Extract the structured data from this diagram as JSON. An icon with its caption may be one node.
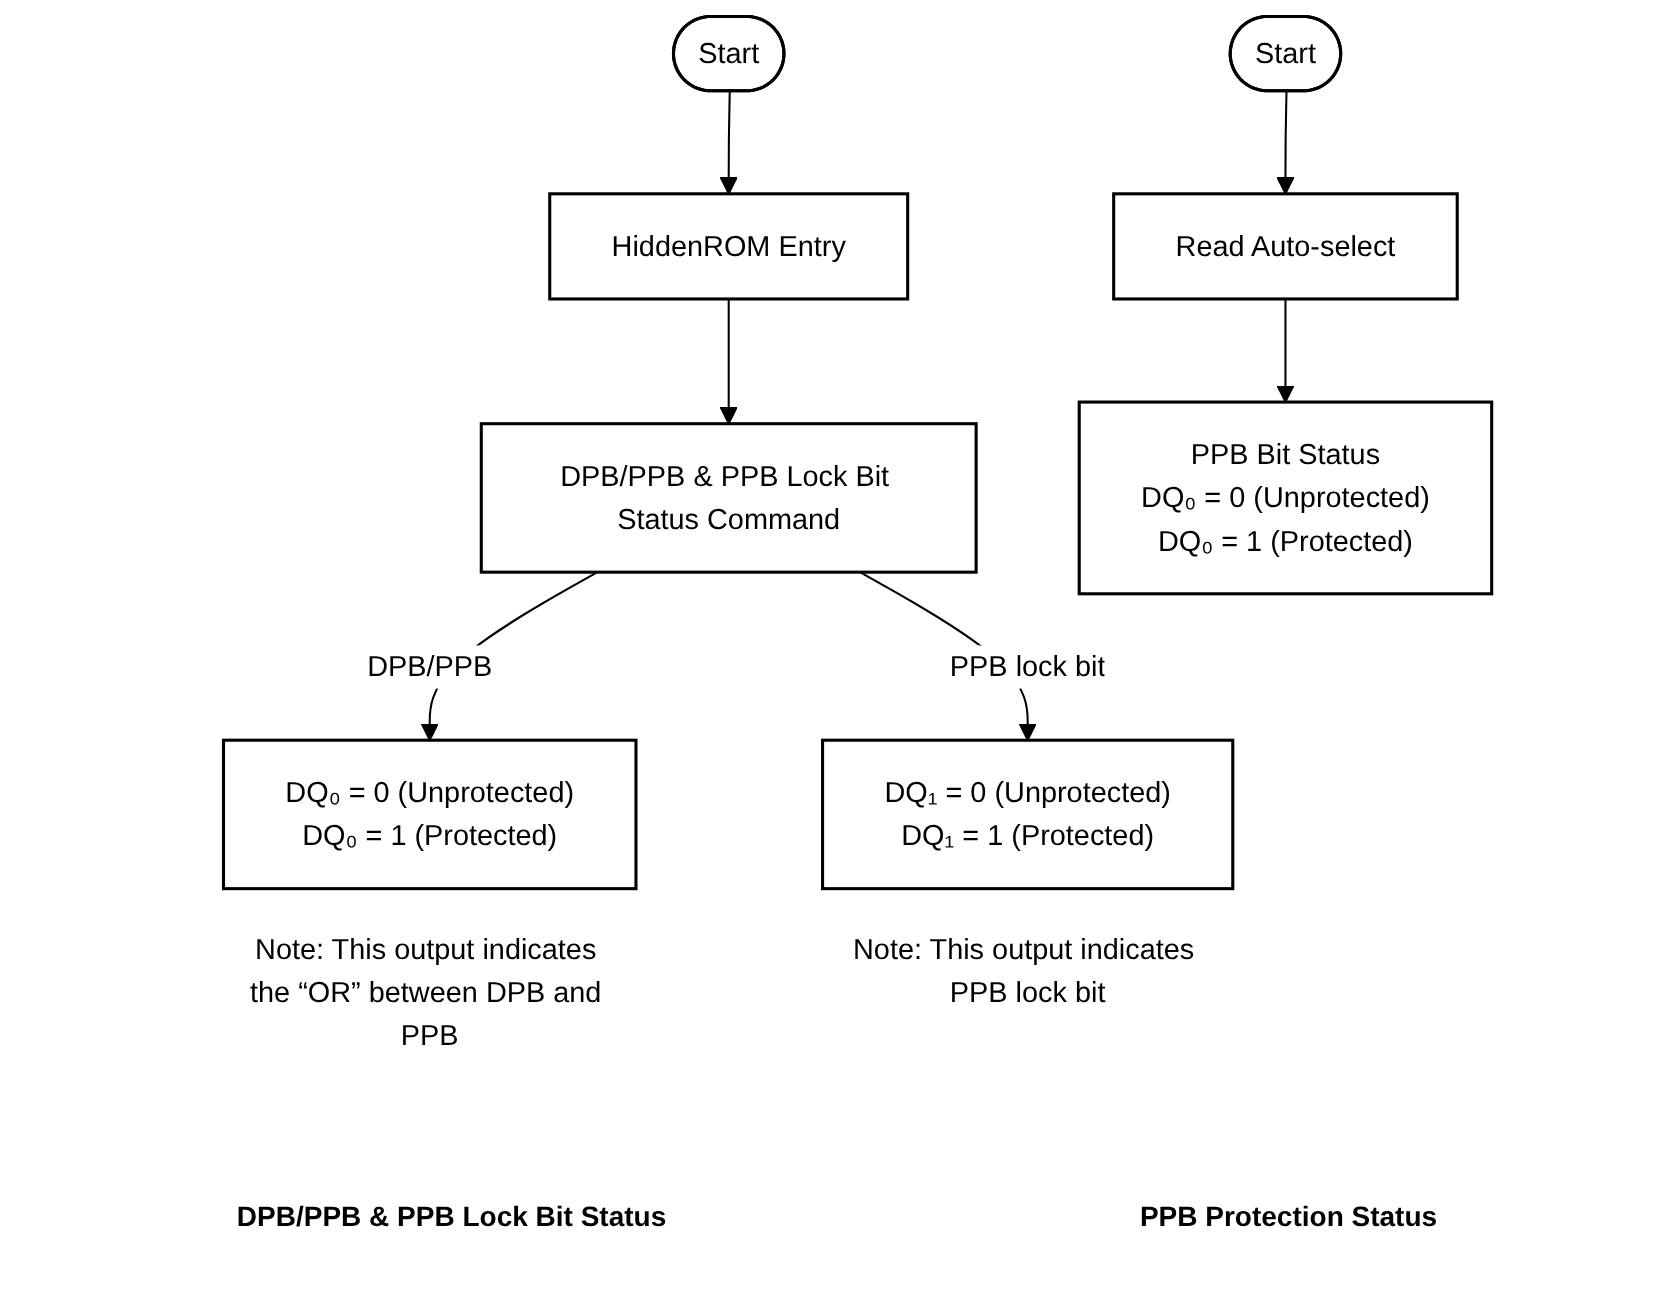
{
  "diagram": {
    "nodes": [
      {
        "text": [
          "Start"
        ]
      },
      {
        "text": [
          "HiddenROM Entry"
        ]
      },
      {
        "text": [
          "DPB/PPB & PPB Lock Bit Status Command"
        ]
      },
      {
        "text": [
          "DQ₀ = 0 (Unprotected)",
          "DQ₀ = 1 (Protected)"
        ],
        "beside": [
          "Note: This output indicates the “OR” between DPB and PPB"
        ]
      },
      {
        "text": [
          "DQ₁ = 0 (Unprotected)",
          "DQ₁ = 1 (Protected)"
        ],
        "beside": [
          "Note: This output indicates PPB lock bit"
        ]
      },
      {
        "text": [
          "Start"
        ]
      },
      {
        "text": [
          "Read Auto-select"
        ]
      },
      {
        "text": [
          "PPB Bit Status",
          "DQ₀ = 0 (Unprotected)",
          "DQ₀ = 1 (Protected)"
        ]
      }
    ],
    "edges": [
      {
        "from": 0,
        "to": 1,
        "arrow": "to"
      },
      {
        "from": 1,
        "to": 2,
        "arrow": "to"
      },
      {
        "from": 2,
        "to": 3,
        "label": "DPB/PPB",
        "arrow": "to"
      },
      {
        "from": 2,
        "to": 4,
        "label": "PPB lock bit",
        "arrow": "to"
      },
      {
        "from": 5,
        "to": 6,
        "arrow": "to"
      },
      {
        "from": 6,
        "to": 7,
        "arrow": "to"
      }
    ],
    "labels": [
      "DPB/PPB & PPB Lock Bit Status",
      "PPB Protection Status"
    ]
  }
}
